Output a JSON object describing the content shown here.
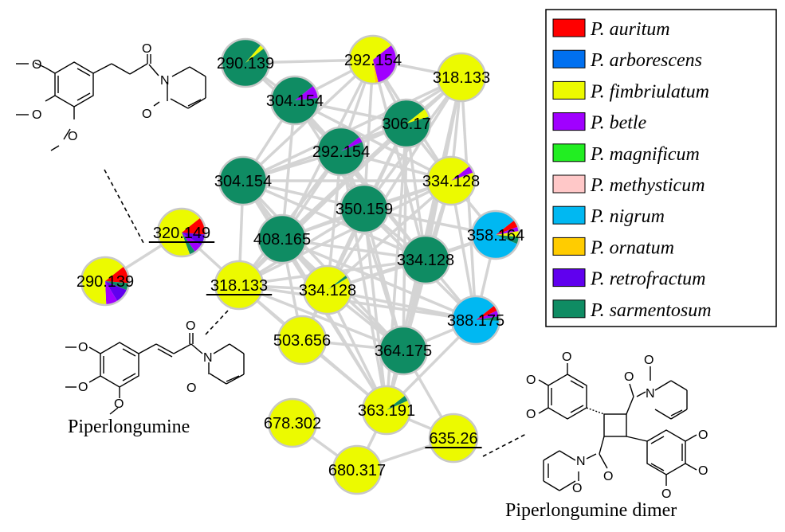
{
  "colors": {
    "edge": "#d4d4d4",
    "node_stroke": "#c8c8c8",
    "P_auritum": "#ff0000",
    "P_arborescens": "#0070f0",
    "P_fimbriulatum": "#ecfa00",
    "P_betle": "#a000ff",
    "P_magnificum": "#22ee22",
    "P_methysticum": "#ffc8c8",
    "P_nigrum": "#00b8f2",
    "P_ornatum": "#ffcc00",
    "P_retrofractum": "#6000ee",
    "P_sarmentosum": "#0f8c63"
  },
  "legend": [
    {
      "label": "P. auritum",
      "color_key": "P_auritum"
    },
    {
      "label": "P. arborescens",
      "color_key": "P_arborescens"
    },
    {
      "label": "P. fimbriulatum",
      "color_key": "P_fimbriulatum"
    },
    {
      "label": "P. betle",
      "color_key": "P_betle"
    },
    {
      "label": "P. magnificum",
      "color_key": "P_magnificum"
    },
    {
      "label": "P. methysticum",
      "color_key": "P_methysticum"
    },
    {
      "label": "P. nigrum",
      "color_key": "P_nigrum"
    },
    {
      "label": "P. ornatum",
      "color_key": "P_ornatum"
    },
    {
      "label": "P. retrofractum",
      "color_key": "P_retrofractum"
    },
    {
      "label": "P. sarmentosum",
      "color_key": "P_sarmentosum"
    }
  ],
  "nodes": [
    {
      "id": "n1",
      "label": "290.139",
      "underlined": false,
      "slices": [
        {
          "k": "P_sarmentosum",
          "v": 0.97
        },
        {
          "k": "P_fimbriulatum",
          "v": 0.03
        }
      ]
    },
    {
      "id": "n2",
      "label": "292.154",
      "underlined": false,
      "slices": [
        {
          "k": "P_betle",
          "v": 0.32
        },
        {
          "k": "P_ornatum",
          "v": 0.02
        },
        {
          "k": "P_fimbriulatum",
          "v": 0.66
        }
      ]
    },
    {
      "id": "n3",
      "label": "318.133",
      "underlined": false,
      "slices": [
        {
          "k": "P_fimbriulatum",
          "v": 1.0
        }
      ]
    },
    {
      "id": "n4",
      "label": "304.154",
      "underlined": false,
      "slices": [
        {
          "k": "P_betle",
          "v": 0.09
        },
        {
          "k": "P_sarmentosum",
          "v": 0.91
        }
      ]
    },
    {
      "id": "n5",
      "label": "306.17",
      "underlined": false,
      "slices": [
        {
          "k": "P_fimbriulatum",
          "v": 0.06
        },
        {
          "k": "P_sarmentosum",
          "v": 0.94
        }
      ]
    },
    {
      "id": "n6",
      "label": "292.154",
      "underlined": false,
      "slices": [
        {
          "k": "P_betle",
          "v": 0.04
        },
        {
          "k": "P_sarmentosum",
          "v": 0.96
        }
      ]
    },
    {
      "id": "n7",
      "label": "304.154",
      "underlined": false,
      "slices": [
        {
          "k": "P_sarmentosum",
          "v": 1.0
        }
      ]
    },
    {
      "id": "n8",
      "label": "334.128",
      "underlined": false,
      "slices": [
        {
          "k": "P_betle",
          "v": 0.05
        },
        {
          "k": "P_fimbriulatum",
          "v": 0.95
        }
      ]
    },
    {
      "id": "n9",
      "label": "350.159",
      "underlined": false,
      "slices": [
        {
          "k": "P_sarmentosum",
          "v": 1.0
        }
      ]
    },
    {
      "id": "n10",
      "label": "358.164",
      "underlined": false,
      "slices": [
        {
          "k": "P_auritum",
          "v": 0.05
        },
        {
          "k": "P_betle",
          "v": 0.03
        },
        {
          "k": "P_fimbriulatum",
          "v": 0.04
        },
        {
          "k": "P_sarmentosum",
          "v": 0.05
        },
        {
          "k": "P_nigrum",
          "v": 0.83
        }
      ]
    },
    {
      "id": "n11",
      "label": "320.149",
      "underlined": true,
      "slices": [
        {
          "k": "P_auritum",
          "v": 0.12
        },
        {
          "k": "P_retrofractum",
          "v": 0.08
        },
        {
          "k": "P_betle",
          "v": 0.06
        },
        {
          "k": "P_sarmentosum",
          "v": 0.04
        },
        {
          "k": "P_fimbriulatum",
          "v": 0.7
        }
      ]
    },
    {
      "id": "n12",
      "label": "408.165",
      "underlined": false,
      "slices": [
        {
          "k": "P_sarmentosum",
          "v": 1.0
        }
      ]
    },
    {
      "id": "n13",
      "label": "334.128",
      "underlined": false,
      "slices": [
        {
          "k": "P_sarmentosum",
          "v": 1.0
        }
      ]
    },
    {
      "id": "n14",
      "label": "290.139",
      "underlined": false,
      "slices": [
        {
          "k": "P_auritum",
          "v": 0.12
        },
        {
          "k": "P_sarmentosum",
          "v": 0.05
        },
        {
          "k": "P_retrofractum",
          "v": 0.1
        },
        {
          "k": "P_betle",
          "v": 0.08
        },
        {
          "k": "P_fimbriulatum",
          "v": 0.65
        }
      ]
    },
    {
      "id": "n15",
      "label": "318.133",
      "underlined": true,
      "slices": [
        {
          "k": "P_fimbriulatum",
          "v": 1.0
        }
      ]
    },
    {
      "id": "n16",
      "label": "334.128",
      "underlined": false,
      "slices": [
        {
          "k": "P_sarmentosum",
          "v": 0.02
        },
        {
          "k": "P_fimbriulatum",
          "v": 0.98
        }
      ]
    },
    {
      "id": "n17",
      "label": "388.175",
      "underlined": false,
      "slices": [
        {
          "k": "P_auritum",
          "v": 0.04
        },
        {
          "k": "P_betle",
          "v": 0.04
        },
        {
          "k": "P_sarmentosum",
          "v": 0.03
        },
        {
          "k": "P_nigrum",
          "v": 0.89
        }
      ]
    },
    {
      "id": "n18",
      "label": "503.656",
      "underlined": false,
      "slices": [
        {
          "k": "P_fimbriulatum",
          "v": 1.0
        }
      ]
    },
    {
      "id": "n19",
      "label": "364.175",
      "underlined": false,
      "slices": [
        {
          "k": "P_sarmentosum",
          "v": 1.0
        }
      ]
    },
    {
      "id": "n20",
      "label": "363.191",
      "underlined": false,
      "slices": [
        {
          "k": "P_sarmentosum",
          "v": 0.04
        },
        {
          "k": "P_fimbriulatum",
          "v": 0.96
        }
      ]
    },
    {
      "id": "n21",
      "label": "678.302",
      "underlined": false,
      "slices": [
        {
          "k": "P_fimbriulatum",
          "v": 1.0
        }
      ]
    },
    {
      "id": "n22",
      "label": "635.26",
      "underlined": true,
      "slices": [
        {
          "k": "P_fimbriulatum",
          "v": 1.0
        }
      ]
    },
    {
      "id": "n23",
      "label": "680.317",
      "underlined": false,
      "slices": [
        {
          "k": "P_fimbriulatum",
          "v": 1.0
        }
      ]
    }
  ],
  "edges": [
    [
      "n1",
      "n4"
    ],
    [
      "n1",
      "n6"
    ],
    [
      "n1",
      "n2"
    ],
    [
      "n2",
      "n3"
    ],
    [
      "n2",
      "n4"
    ],
    [
      "n2",
      "n5"
    ],
    [
      "n2",
      "n6"
    ],
    [
      "n2",
      "n9"
    ],
    [
      "n2",
      "n7"
    ],
    [
      "n2",
      "n8"
    ],
    [
      "n2",
      "n13"
    ],
    [
      "n2",
      "n12"
    ],
    [
      "n3",
      "n5"
    ],
    [
      "n3",
      "n6"
    ],
    [
      "n3",
      "n8"
    ],
    [
      "n3",
      "n9"
    ],
    [
      "n3",
      "n13"
    ],
    [
      "n3",
      "n12"
    ],
    [
      "n3",
      "n16"
    ],
    [
      "n3",
      "n17"
    ],
    [
      "n3",
      "n19"
    ],
    [
      "n3",
      "n7"
    ],
    [
      "n3",
      "n20"
    ],
    [
      "n4",
      "n6"
    ],
    [
      "n4",
      "n7"
    ],
    [
      "n4",
      "n9"
    ],
    [
      "n4",
      "n12"
    ],
    [
      "n4",
      "n8"
    ],
    [
      "n4",
      "n5"
    ],
    [
      "n4",
      "n13"
    ],
    [
      "n5",
      "n6"
    ],
    [
      "n5",
      "n7"
    ],
    [
      "n5",
      "n8"
    ],
    [
      "n5",
      "n9"
    ],
    [
      "n5",
      "n12"
    ],
    [
      "n5",
      "n13"
    ],
    [
      "n5",
      "n15"
    ],
    [
      "n5",
      "n16"
    ],
    [
      "n5",
      "n19"
    ],
    [
      "n5",
      "n20"
    ],
    [
      "n6",
      "n7"
    ],
    [
      "n6",
      "n9"
    ],
    [
      "n6",
      "n12"
    ],
    [
      "n6",
      "n8"
    ],
    [
      "n6",
      "n13"
    ],
    [
      "n6",
      "n16"
    ],
    [
      "n6",
      "n15"
    ],
    [
      "n6",
      "n19"
    ],
    [
      "n6",
      "n20"
    ],
    [
      "n7",
      "n9"
    ],
    [
      "n7",
      "n12"
    ],
    [
      "n7",
      "n15"
    ],
    [
      "n7",
      "n13"
    ],
    [
      "n7",
      "n16"
    ],
    [
      "n7",
      "n8"
    ],
    [
      "n7",
      "n19"
    ],
    [
      "n7",
      "n20"
    ],
    [
      "n8",
      "n9"
    ],
    [
      "n8",
      "n12"
    ],
    [
      "n8",
      "n13"
    ],
    [
      "n8",
      "n15"
    ],
    [
      "n8",
      "n16"
    ],
    [
      "n8",
      "n17"
    ],
    [
      "n8",
      "n19"
    ],
    [
      "n8",
      "n20"
    ],
    [
      "n8",
      "n10"
    ],
    [
      "n9",
      "n12"
    ],
    [
      "n9",
      "n13"
    ],
    [
      "n9",
      "n15"
    ],
    [
      "n9",
      "n16"
    ],
    [
      "n9",
      "n17"
    ],
    [
      "n9",
      "n19"
    ],
    [
      "n9",
      "n20"
    ],
    [
      "n9",
      "n18"
    ],
    [
      "n9",
      "n10"
    ],
    [
      "n10",
      "n13"
    ],
    [
      "n10",
      "n17"
    ],
    [
      "n10",
      "n16"
    ],
    [
      "n11",
      "n14"
    ],
    [
      "n11",
      "n15"
    ],
    [
      "n12",
      "n13"
    ],
    [
      "n12",
      "n15"
    ],
    [
      "n12",
      "n16"
    ],
    [
      "n12",
      "n17"
    ],
    [
      "n12",
      "n19"
    ],
    [
      "n12",
      "n20"
    ],
    [
      "n12",
      "n18"
    ],
    [
      "n13",
      "n15"
    ],
    [
      "n13",
      "n16"
    ],
    [
      "n13",
      "n17"
    ],
    [
      "n13",
      "n19"
    ],
    [
      "n13",
      "n20"
    ],
    [
      "n15",
      "n16"
    ],
    [
      "n15",
      "n17"
    ],
    [
      "n15",
      "n19"
    ],
    [
      "n15",
      "n20"
    ],
    [
      "n15",
      "n18"
    ],
    [
      "n15",
      "n12"
    ],
    [
      "n16",
      "n17"
    ],
    [
      "n16",
      "n19"
    ],
    [
      "n16",
      "n20"
    ],
    [
      "n16",
      "n18"
    ],
    [
      "n17",
      "n19"
    ],
    [
      "n17",
      "n20"
    ],
    [
      "n18",
      "n19"
    ],
    [
      "n18",
      "n20"
    ],
    [
      "n19",
      "n20"
    ],
    [
      "n19",
      "n22"
    ],
    [
      "n20",
      "n22"
    ],
    [
      "n20",
      "n23"
    ],
    [
      "n21",
      "n23"
    ],
    [
      "n22",
      "n23"
    ]
  ],
  "structures": {
    "top_left": {
      "atoms": [
        "O",
        "N",
        "O",
        "O",
        "O",
        "O"
      ]
    },
    "piperlongumine": {
      "caption": "Piperlongumine",
      "atoms": [
        "O",
        "N",
        "O",
        "O",
        "O",
        "O"
      ]
    },
    "dimer": {
      "caption": "Piperlongumine dimer",
      "atoms": [
        "O",
        "N",
        "O",
        "O",
        "O",
        "O",
        "O",
        "O",
        "N",
        "O",
        "O",
        "O"
      ]
    }
  }
}
